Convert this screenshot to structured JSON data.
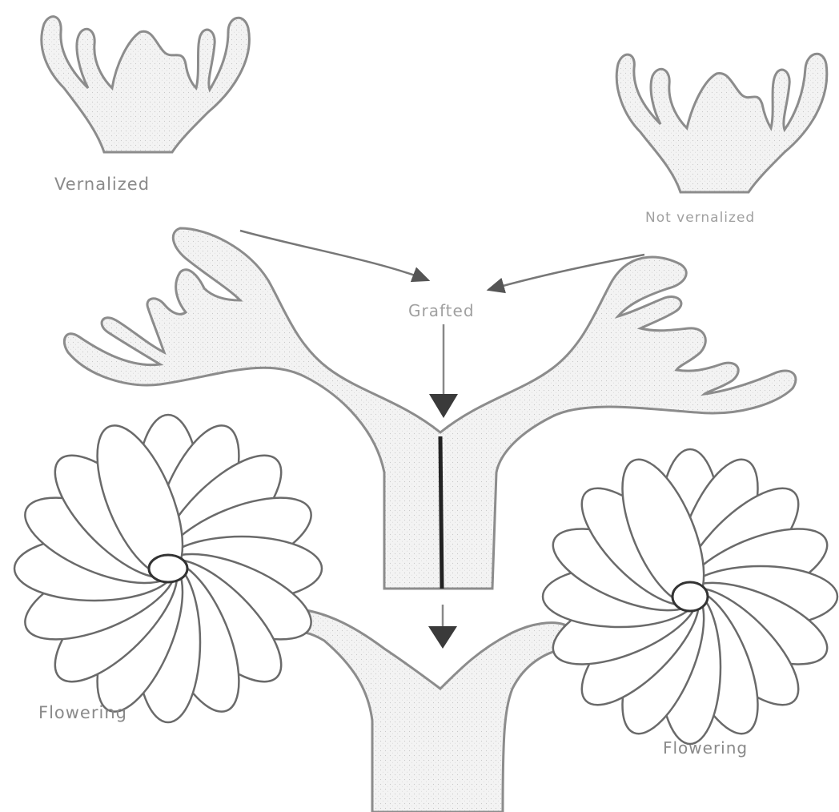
{
  "labels": {
    "vernalized": "Vernalized",
    "not_vernalized": "Not vernalized",
    "grafted": "Grafted",
    "flowering_left": "Flowering",
    "flowering_right": "Flowering"
  },
  "colors": {
    "outline": "#8c8c8c",
    "shade": "#ededed",
    "arrow": "#3a3a3a",
    "text": "#8a8a8a"
  }
}
